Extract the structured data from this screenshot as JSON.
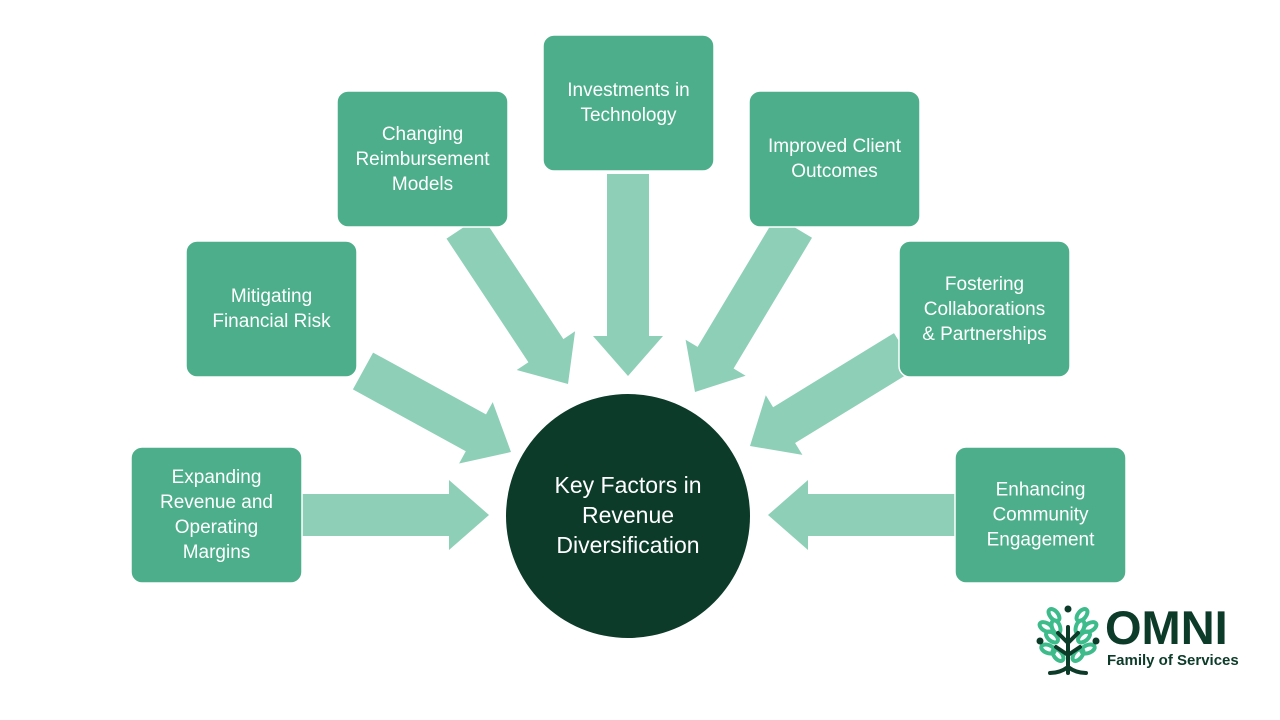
{
  "colors": {
    "box_fill": "#4cae8a",
    "box_border": "#ffffff",
    "arrow_fill": "#8ecfb8",
    "center_fill": "#0c3b2a",
    "text": "#ffffff",
    "logo_dark": "#0d3b2a",
    "logo_light": "#3dbb8b"
  },
  "center": {
    "lines": [
      "Key Factors in",
      "Revenue",
      "Diversification"
    ]
  },
  "factors": [
    {
      "id": "expanding",
      "lines": [
        "Expanding",
        "Revenue and",
        "Operating",
        "Margins"
      ]
    },
    {
      "id": "mitigating",
      "lines": [
        "Mitigating",
        "Financial Risk"
      ]
    },
    {
      "id": "changing",
      "lines": [
        "Changing",
        "Reimbursement",
        "Models"
      ]
    },
    {
      "id": "investments",
      "lines": [
        "Investments in",
        "Technology"
      ]
    },
    {
      "id": "improved",
      "lines": [
        "Improved Client",
        "Outcomes"
      ]
    },
    {
      "id": "fostering",
      "lines": [
        "Fostering",
        "Collaborations",
        "& Partnerships"
      ]
    },
    {
      "id": "enhancing",
      "lines": [
        "Enhancing",
        "Community",
        "Engagement"
      ]
    }
  ],
  "logo": {
    "wordmark": "OMNI",
    "subtitle": "Family of Services",
    "icon": "tree-icon"
  }
}
